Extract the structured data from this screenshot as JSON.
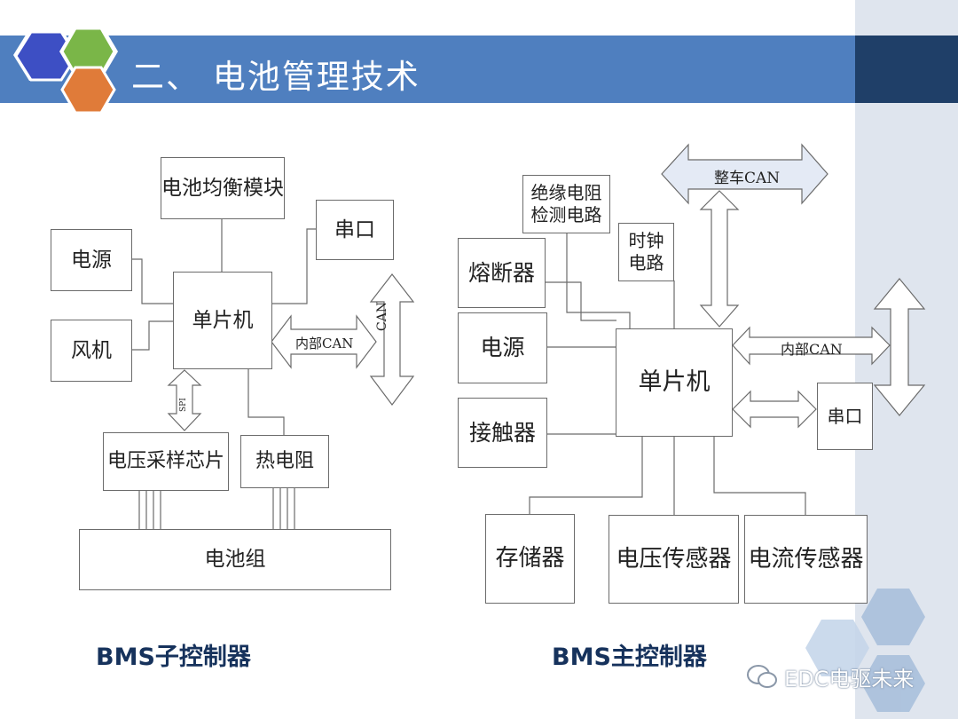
{
  "slide": {
    "title": "二、  电池管理技术",
    "watermark": "EDC电驱未来"
  },
  "sub_controller": {
    "caption": "BMS子控制器",
    "balance_module": "电池均衡模块",
    "serial": "串口",
    "power": "电源",
    "fan": "风机",
    "mcu": "单片机",
    "internal_can": "内部CAN",
    "can": "CAN",
    "spi": "SPI",
    "voltage_chip": "电压采样芯片",
    "thermistor": "热电阻",
    "battery_pack": "电池组"
  },
  "main_controller": {
    "caption": "BMS主控制器",
    "insulation_line1": "绝缘电阻",
    "insulation_line2": "检测电路",
    "vehicle_can": "整车CAN",
    "clock_line1": "时钟",
    "clock_line2": "电路",
    "fuse": "熔断器",
    "power": "电源",
    "contactor": "接触器",
    "mcu": "单片机",
    "internal_can": "内部CAN",
    "serial": "串口",
    "storage": "存储器",
    "voltage_sensor": "电压传感器",
    "current_sensor": "电流传感器"
  },
  "colors": {
    "header_bar": "#4f7fbf",
    "header_dark": "#1f3f68",
    "side_panel": "#dfe5ee",
    "hex_blue": "#3d4fc4",
    "hex_green": "#7ab648",
    "hex_orange": "#e07b39",
    "arrow_fill": "#e4eaf5",
    "caption": "#16325c"
  }
}
